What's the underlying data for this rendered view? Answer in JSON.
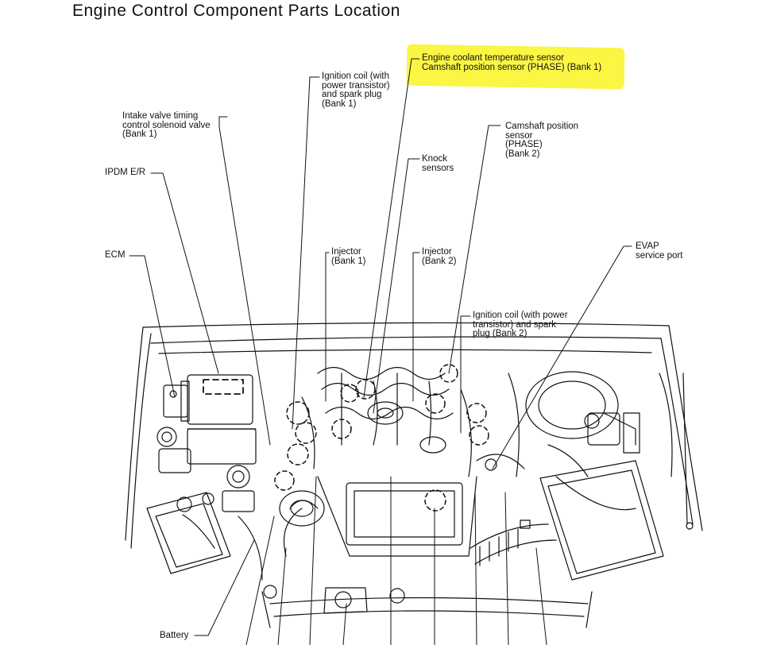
{
  "title": "Engine Control Component Parts Location",
  "highlight_color": "#fbf43a",
  "labels": {
    "ect_cmp_bank1": [
      "Engine coolant temperature sensor",
      "Camshaft position sensor (PHASE) (Bank 1)"
    ],
    "ignition_coil_bank1": [
      "Ignition coil (with",
      "power transistor)",
      "and spark plug",
      "(Bank 1)"
    ],
    "ivt_solenoid_bank1": [
      "Intake valve timing",
      "control solenoid valve",
      "(Bank 1)"
    ],
    "ipdm": [
      "IPDM E/R"
    ],
    "ecm": [
      "ECM"
    ],
    "knock_sensors": [
      "Knock",
      "sensors"
    ],
    "cmp_bank2": [
      "Camshaft position",
      "sensor",
      "(PHASE)",
      "(Bank 2)"
    ],
    "injector_bank1": [
      "Injector",
      "(Bank 1)"
    ],
    "injector_bank2": [
      "Injector",
      "(Bank 2)"
    ],
    "evap_port": [
      "EVAP",
      "service port"
    ],
    "ignition_coil_bank2": [
      "Ignition coil (with power",
      "transistor) and spark",
      "plug (Bank 2)"
    ],
    "battery": [
      "Battery"
    ]
  }
}
